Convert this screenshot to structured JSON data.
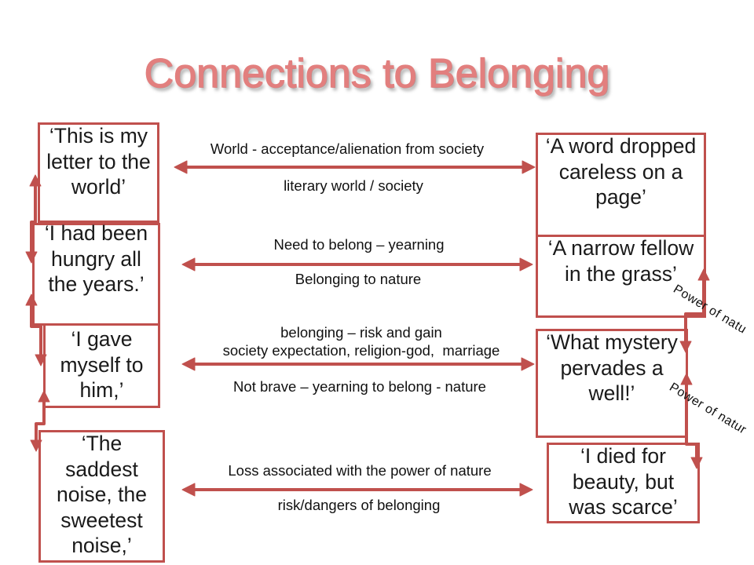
{
  "title": "Connections to Belonging",
  "colors": {
    "title": "#e27f7e",
    "accent": "#c0504d",
    "text": "#1a1a1a"
  },
  "left_quotes": [
    {
      "lines": [
        "‘This is my",
        "letter to the",
        "world’"
      ]
    },
    {
      "lines": [
        "‘I had been",
        "hungry all",
        "the years.’"
      ]
    },
    {
      "lines": [
        "‘I gave",
        "myself to",
        "him,’"
      ]
    },
    {
      "lines": [
        "‘The",
        "saddest",
        "noise, the",
        "sweetest",
        "noise,’"
      ]
    }
  ],
  "right_quotes": [
    {
      "lines": [
        "‘A word dropped",
        "careless on a",
        "page’"
      ]
    },
    {
      "lines": [
        "‘A narrow fellow",
        "in the grass’"
      ]
    },
    {
      "lines": [
        "‘What mystery",
        "pervades a",
        "well!’"
      ]
    },
    {
      "lines": [
        "‘I died for",
        "beauty, but",
        "was scarce’"
      ]
    }
  ],
  "connections": [
    {
      "above": [
        "World - acceptance/alienation from society"
      ],
      "below": [
        "literary world / society"
      ]
    },
    {
      "above": [
        "Need to belong – yearning"
      ],
      "below": [
        "Belonging to nature"
      ]
    },
    {
      "above": [
        "belonging – risk and gain",
        "society expectation, religion-god,  marriage"
      ],
      "below": [
        "Not brave – yearning to belong - nature"
      ]
    },
    {
      "above": [
        "Loss associated with the power of nature"
      ],
      "below": [
        "risk/dangers of belonging"
      ]
    }
  ],
  "side_labels": [
    "Power of natu",
    "Power of natur"
  ]
}
